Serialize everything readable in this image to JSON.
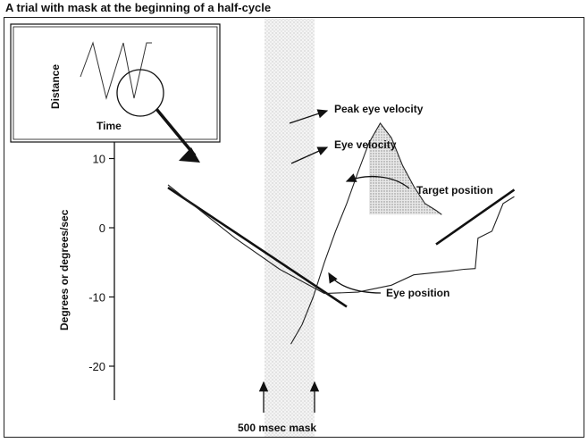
{
  "chart_data": {
    "type": "line",
    "title": "A trial with mask at the beginning of a half-cycle",
    "xlabel": "",
    "ylabel": "Degrees or degrees/sec",
    "ylim": [
      -25,
      15
    ],
    "yticks": [
      10,
      0,
      -10,
      -20
    ],
    "grid": false,
    "legend": "none",
    "mask": {
      "label": "500 msec mask"
    },
    "series": [
      {
        "name": "Target position",
        "segments": [
          [
            [
              0,
              5.8
            ],
            [
              0.32,
              -11.4
            ]
          ],
          [
            [
              0.48,
              -2.4
            ],
            [
              0.62,
              5.5
            ]
          ]
        ]
      },
      {
        "name": "Eye position",
        "points": [
          [
            0,
            6.2
          ],
          [
            0.05,
            3.0
          ],
          [
            0.12,
            -1.5
          ],
          [
            0.2,
            -6.0
          ],
          [
            0.28,
            -9.5
          ],
          [
            0.34,
            -9.3
          ],
          [
            0.4,
            -8.3
          ],
          [
            0.44,
            -6.8
          ],
          [
            0.5,
            -6.3
          ],
          [
            0.53,
            -6.0
          ],
          [
            0.55,
            -5.9
          ],
          [
            0.555,
            -1.5
          ],
          [
            0.58,
            -0.5
          ],
          [
            0.6,
            3.5
          ],
          [
            0.62,
            4.5
          ]
        ]
      },
      {
        "name": "Eye velocity",
        "points": [
          [
            0.22,
            -16.8
          ],
          [
            0.24,
            -14.0
          ],
          [
            0.26,
            -10.0
          ],
          [
            0.28,
            -5.0
          ],
          [
            0.3,
            -0.5
          ],
          [
            0.32,
            3.5
          ],
          [
            0.34,
            8.0
          ],
          [
            0.36,
            12.3
          ],
          [
            0.38,
            15.1
          ],
          [
            0.4,
            13.0
          ],
          [
            0.42,
            9.0
          ],
          [
            0.44,
            6.0
          ],
          [
            0.46,
            3.5
          ],
          [
            0.48,
            2.5
          ],
          [
            0.49,
            1.9
          ]
        ]
      }
    ],
    "annotations": [
      {
        "text": "Peak eye velocity"
      },
      {
        "text": "Eye velocity"
      },
      {
        "text": "Target position"
      },
      {
        "text": "Eye position"
      },
      {
        "text": "500 msec mask"
      }
    ]
  },
  "inset": {
    "ylabel": "Distance",
    "xlabel": "Time"
  }
}
